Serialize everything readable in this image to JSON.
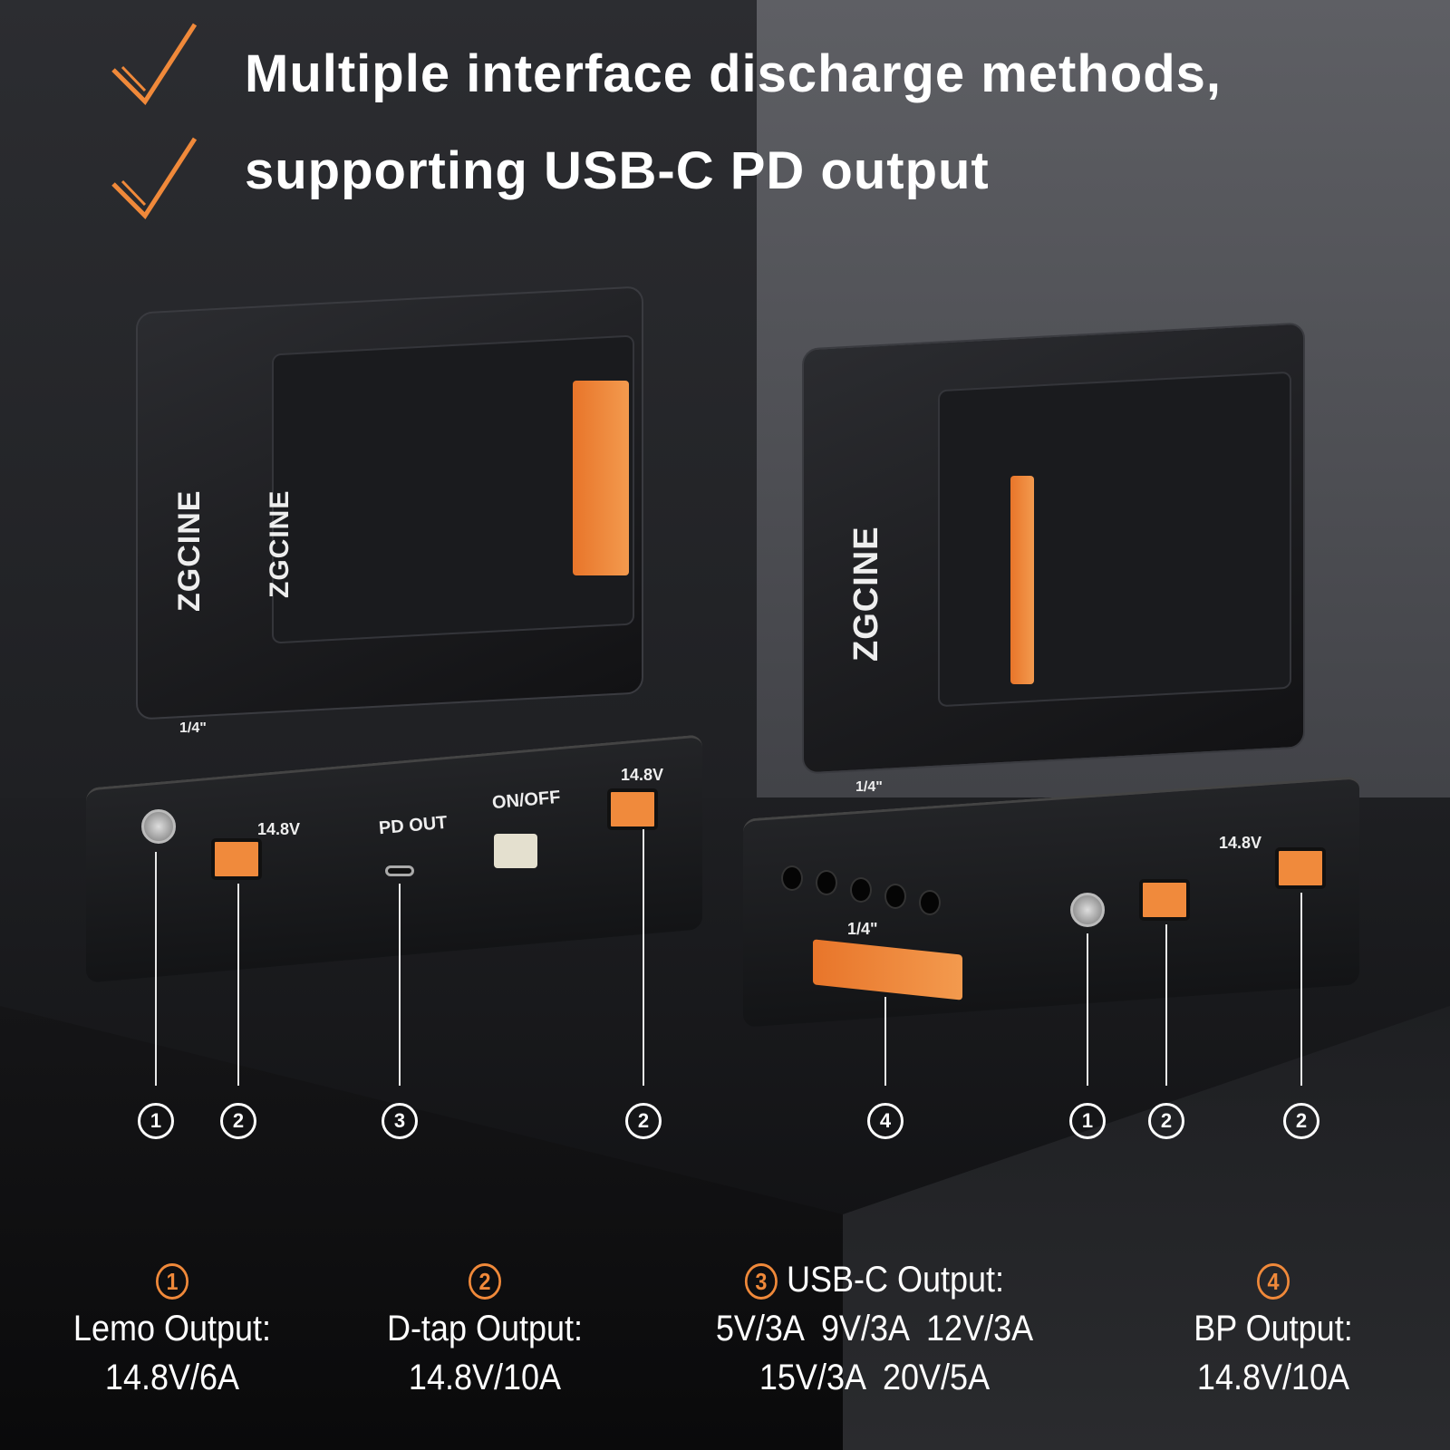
{
  "headline": {
    "line1": "Multiple interface discharge methods,",
    "line2": "supporting USB-C PD output",
    "check_icon": "check-icon",
    "accent": "#f0893a"
  },
  "device_left": {
    "brand": "ZGCINE",
    "mount_label": "1/4\"",
    "lemo_voltage": "14.8V",
    "dtap_voltage": "14.8V",
    "pd_label": "PD OUT",
    "switch_label": "ON/OFF"
  },
  "device_right": {
    "brand": "ZGCINE",
    "mount_label": "1/4\"",
    "bp_mount_label": "1/4\"",
    "voltage": "14.8V"
  },
  "callouts": {
    "left": [
      "1",
      "2",
      "3",
      "2"
    ],
    "right": [
      "4",
      "1",
      "2",
      "2"
    ]
  },
  "legend": [
    {
      "num": "1",
      "title": "Lemo Output:",
      "line1": "14.8V/6A"
    },
    {
      "num": "2",
      "title": "D-tap Output:",
      "line1": "14.8V/10A"
    },
    {
      "num": "3",
      "title": "USB-C Output:",
      "line1": "5V/3A  9V/3A  12V/3A",
      "line2": "15V/3A  20V/5A"
    },
    {
      "num": "4",
      "title": "BP Output:",
      "line1": "14.8V/10A"
    }
  ]
}
